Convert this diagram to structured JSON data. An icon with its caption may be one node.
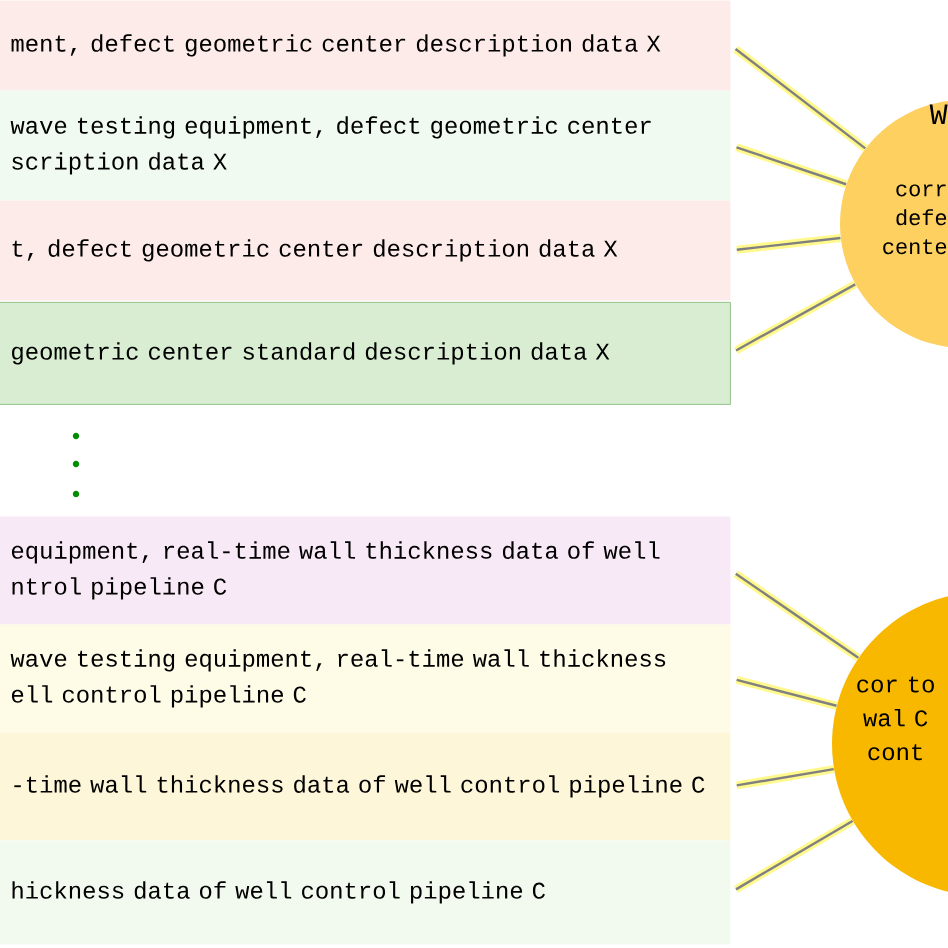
{
  "diagram": {
    "nodes": [
      {
        "text": [
          "ment, defect geometric center description data X"
        ]
      },
      {
        "text": [
          "wave testing equipment, defect geometric center scription data X"
        ]
      },
      {
        "text": [
          "t, defect geometric center description data X"
        ]
      },
      {
        "text": [
          "geometric center standard description data X"
        ]
      },
      {
        "text": [
          "equipment, real-time wall thickness data of well ntrol pipeline C"
        ]
      },
      {
        "text": [
          "wave testing equipment, real-time wall thickness ell control pipeline C"
        ]
      },
      {
        "text": [
          "-time wall thickness data of well control pipeline C"
        ]
      },
      {
        "text": [
          "hickness data of well control pipeline C"
        ]
      },
      {
        "text": [
          "W",
          "corr defe cente"
        ]
      },
      {
        "text": [
          "cor to wal C cont"
        ]
      }
    ],
    "edges": [
      {
        "from": 0,
        "to": 8,
        "arrow": "none"
      },
      {
        "from": 1,
        "to": 8,
        "arrow": "none"
      },
      {
        "from": 2,
        "to": 8,
        "arrow": "none"
      },
      {
        "from": 3,
        "to": 8,
        "arrow": "none"
      },
      {
        "from": 4,
        "to": 9,
        "arrow": "none"
      },
      {
        "from": 5,
        "to": 9,
        "arrow": "none"
      },
      {
        "from": 6,
        "to": 9,
        "arrow": "none"
      },
      {
        "from": 7,
        "to": 9,
        "arrow": "none"
      }
    ]
  }
}
